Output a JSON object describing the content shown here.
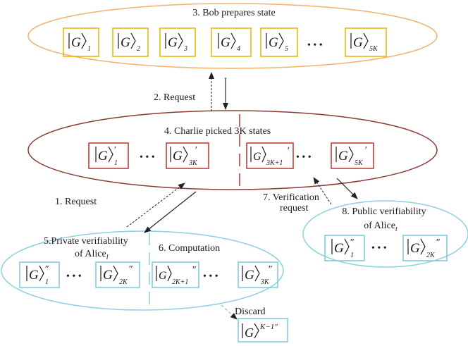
{
  "colors": {
    "bob": "#f2b06a",
    "bob_box": "#e8b400",
    "charlie": "#8b3a36",
    "charlie_box": "#c0302c",
    "alice": "#8ecfe0",
    "alice_box": "#7cc8dc",
    "arrow": "#222222"
  },
  "labels": {
    "bob": "3. Bob prepares state",
    "request2": "2. Request",
    "charlie": "4. Charlie picked 3K states",
    "request1": "1. Request",
    "verif_line1": "7. Verification",
    "verif_line2": "request",
    "public_line1": "8. Public verifiability",
    "public_line2": "of Alice",
    "public_sub": "t",
    "private_line1": "5.Private verifiability",
    "private_line2": "of Alice",
    "private_sub": "l",
    "computation": "6. Computation",
    "discard": "Discard"
  },
  "ket": {
    "symbol": "G",
    "ellipsis": "• • •"
  },
  "bob_states": [
    {
      "sub": "1"
    },
    {
      "sub": "2"
    },
    {
      "sub": "3"
    },
    {
      "sub": "4"
    },
    {
      "sub": "5"
    },
    {
      "sub": "5K"
    }
  ],
  "charlie_states": {
    "first": {
      "sub": "1",
      "sup": "′"
    },
    "second": {
      "sub": "3K",
      "sup": "′"
    },
    "third": {
      "sub": "3K+1",
      "sup": "′"
    },
    "fourth": {
      "sub": "5K",
      "sup": "′"
    }
  },
  "private_states": {
    "first": {
      "sub": "1",
      "sup": "″"
    },
    "second": {
      "sub": "2K",
      "sup": "″"
    }
  },
  "computation_states": {
    "first": {
      "sub": "2K+1",
      "sup": "″"
    },
    "second": {
      "sub": "3K",
      "sup": "″"
    }
  },
  "public_states": {
    "first": {
      "sub": "1",
      "sup": "″"
    },
    "second": {
      "sub": "2K",
      "sup": "″"
    }
  },
  "discard_state": {
    "sup": "K−1″"
  }
}
